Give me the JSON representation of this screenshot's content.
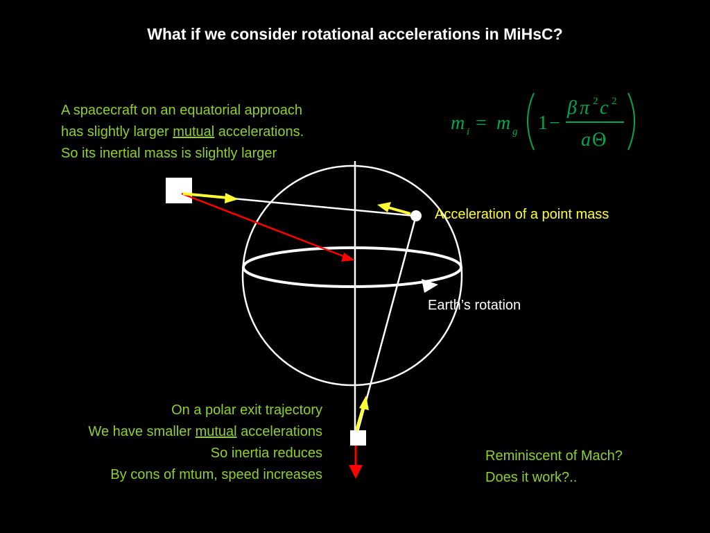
{
  "title": "What if we consider rotational accelerations in MiHsC?",
  "spacecraft_text": {
    "line1": "A spacecraft on an equatorial approach",
    "line2_pre": "has slightly larger ",
    "line2_u": "mutual",
    "line2_post": " accelerations.",
    "line3": "So its inertial mass is slightly larger"
  },
  "formula": {
    "lhs": "m",
    "lhs_sub": "i",
    "eq": "=",
    "mg": "m",
    "mg_sub": "g",
    "one": "1",
    "minus": "−",
    "num_beta": "β",
    "num_pi": "π",
    "num_c": "c",
    "exp": "2",
    "den_a": "a",
    "den_theta": "Θ"
  },
  "point_mass_label": "Acceleration of a point mass",
  "rotation_label": "Earth’s rotation",
  "polar_text": {
    "line1": "On a polar exit trajectory",
    "line2_pre": "We have smaller ",
    "line2_u": "mutual",
    "line2_post": " accelerations",
    "line3": "So inertia reduces",
    "line4": "By cons of mtum, speed increases"
  },
  "mach_text": {
    "line1": "Reminiscent of Mach?",
    "line2": "Does it work?.."
  },
  "colors": {
    "background": "#000000",
    "text_green": "#8fd12a",
    "text_yellow": "#ffff33",
    "arrow_yellow": "#ffff33",
    "arrow_red": "#ff0000",
    "lines": "#ffffff"
  }
}
